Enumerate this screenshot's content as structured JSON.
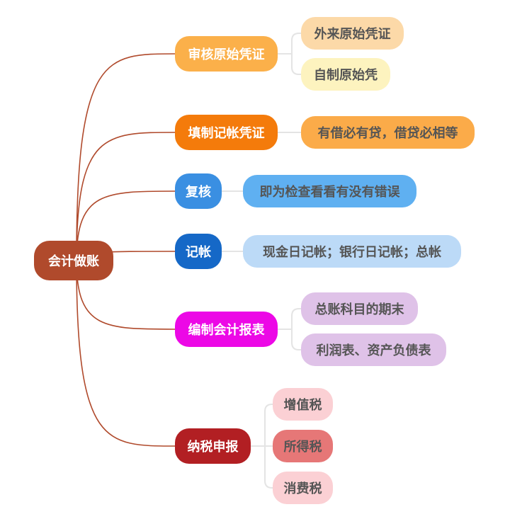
{
  "colors": {
    "root": "#b04a2c",
    "root_line": "#b04a2c",
    "light_line": "#e4e4e4"
  },
  "root": {
    "label": "会计做账"
  },
  "branches": [
    {
      "key": "b1",
      "label": "审核原始凭证",
      "color": "#fbb04a",
      "text": "#ffffff",
      "children": [
        {
          "label": "外来原始凭证",
          "bg": "#fcd9a8",
          "text": "#555555"
        },
        {
          "label": "自制原始凭",
          "bg": "#fdf3bf",
          "text": "#555555"
        }
      ]
    },
    {
      "key": "b2",
      "label": "填制记帐凭证",
      "color": "#f47b0b",
      "text": "#ffffff",
      "children": [
        {
          "label": "有借必有贷，借贷必相等",
          "bg": "#fbab49",
          "text": "#555555"
        }
      ]
    },
    {
      "key": "b3",
      "label": "复核",
      "color": "#3a8fe2",
      "text": "#ffffff",
      "children": [
        {
          "label": "即为检查看看有没有错误",
          "bg": "#5fb0f1",
          "text": "#555555"
        }
      ]
    },
    {
      "key": "b4",
      "label": "记帐",
      "color": "#1568c7",
      "text": "#ffffff",
      "children": [
        {
          "label": "现金日记帐；银行日记帐；总帐",
          "bg": "#bcdaf7",
          "text": "#555555"
        }
      ]
    },
    {
      "key": "b5",
      "label": "编制会计报表",
      "color": "#ec08e6",
      "text": "#ffffff",
      "children": [
        {
          "label": "总账科目的期末",
          "bg": "#dfc2e8",
          "text": "#555555"
        },
        {
          "label": "利润表、资产负债表",
          "bg": "#dfc2e8",
          "text": "#555555"
        }
      ]
    },
    {
      "key": "b6",
      "label": "纳税申报",
      "color": "#b21f23",
      "text": "#ffffff",
      "children": [
        {
          "label": "增值税",
          "bg": "#fbd0d4",
          "text": "#555555"
        },
        {
          "label": "所得税",
          "bg": "#e67777",
          "text": "#555555"
        },
        {
          "label": "消费税",
          "bg": "#fbd0d4",
          "text": "#555555"
        }
      ]
    }
  ]
}
